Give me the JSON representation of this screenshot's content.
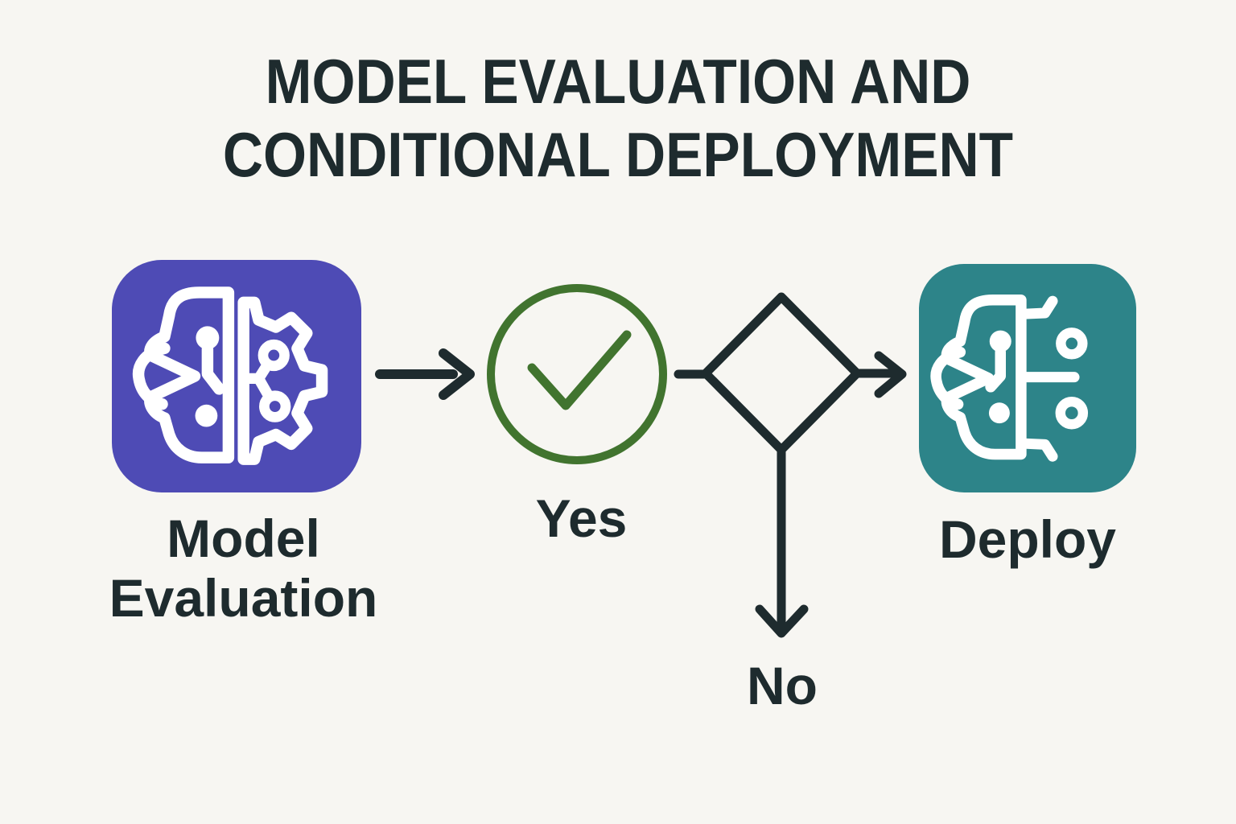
{
  "title": {
    "line1": "MODEL EVALUATION AND",
    "line2": "CONDITIONAL DEPLOYMENT"
  },
  "flow": {
    "model_evaluation_label": "Model Evaluation",
    "yes_label": "Yes",
    "no_label": "No",
    "deploy_label": "Deploy"
  },
  "icons": {
    "model_evaluation": "brain-gear-icon",
    "condition_pass": "check-circle-icon",
    "decision": "diamond-decision-shape",
    "deploy": "brain-deploy-icon"
  },
  "colors": {
    "background": "#f7f6f2",
    "ink": "#1e2b2e",
    "model_box": "#4e4bb5",
    "deploy_box": "#2d8489",
    "check_green": "#41742f"
  }
}
